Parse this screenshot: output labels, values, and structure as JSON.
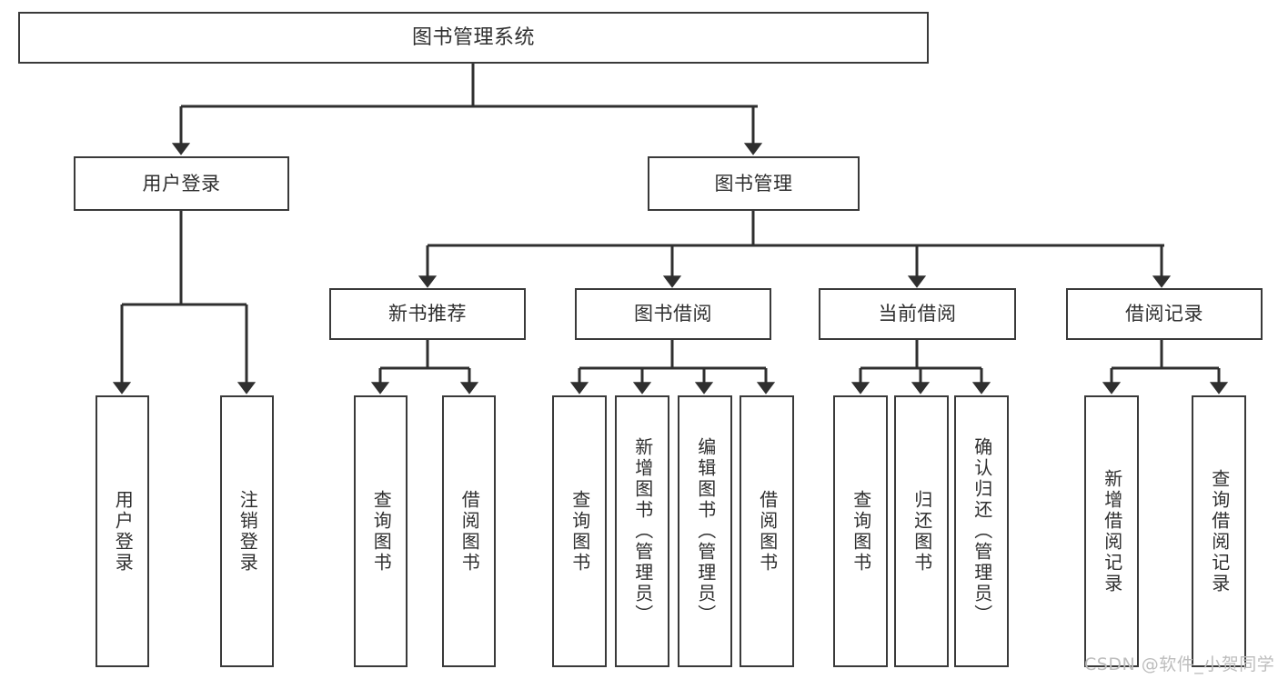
{
  "diagram": {
    "title": "图书管理系统",
    "type": "tree",
    "watermark": "CSDN @软件_小贺同学",
    "colors": {
      "background": "#ffffff",
      "box_border": "#3a3a3a",
      "box_fill": "#ffffff",
      "text": "#2f2f2f",
      "edge": "#2f2f2f",
      "watermark": "#bdbdbd"
    },
    "nodes": {
      "root": {
        "label": "图书管理系统"
      },
      "level1": [
        {
          "id": "user-login",
          "label": "用户登录"
        },
        {
          "id": "book-management",
          "label": "图书管理"
        }
      ],
      "level2": [
        {
          "id": "new-book-recommend",
          "label": "新书推荐"
        },
        {
          "id": "book-borrow",
          "label": "图书借阅"
        },
        {
          "id": "current-borrow",
          "label": "当前借阅"
        },
        {
          "id": "borrow-record",
          "label": "借阅记录"
        }
      ],
      "leaves": {
        "user_login": [
          {
            "id": "leaf-user-login",
            "label": "用户登录"
          },
          {
            "id": "leaf-logout-login",
            "label": "注销登录"
          }
        ],
        "new_book_recommend": [
          {
            "id": "leaf-query-book-1",
            "label": "查询图书"
          },
          {
            "id": "leaf-borrow-book-1",
            "label": "借阅图书"
          }
        ],
        "book_borrow": [
          {
            "id": "leaf-query-book-2",
            "label": "查询图书"
          },
          {
            "id": "leaf-add-book",
            "label": "新增图书（管理员）"
          },
          {
            "id": "leaf-edit-book",
            "label": "编辑图书（管理员）"
          },
          {
            "id": "leaf-borrow-book-2",
            "label": "借阅图书"
          }
        ],
        "current_borrow": [
          {
            "id": "leaf-query-book-3",
            "label": "查询图书"
          },
          {
            "id": "leaf-return-book",
            "label": "归还图书"
          },
          {
            "id": "leaf-confirm-return",
            "label": "确认归还（管理员）"
          }
        ],
        "borrow_record": [
          {
            "id": "leaf-add-record",
            "label": "新增借阅记录"
          },
          {
            "id": "leaf-query-record",
            "label": "查询借阅记录"
          }
        ]
      }
    }
  }
}
